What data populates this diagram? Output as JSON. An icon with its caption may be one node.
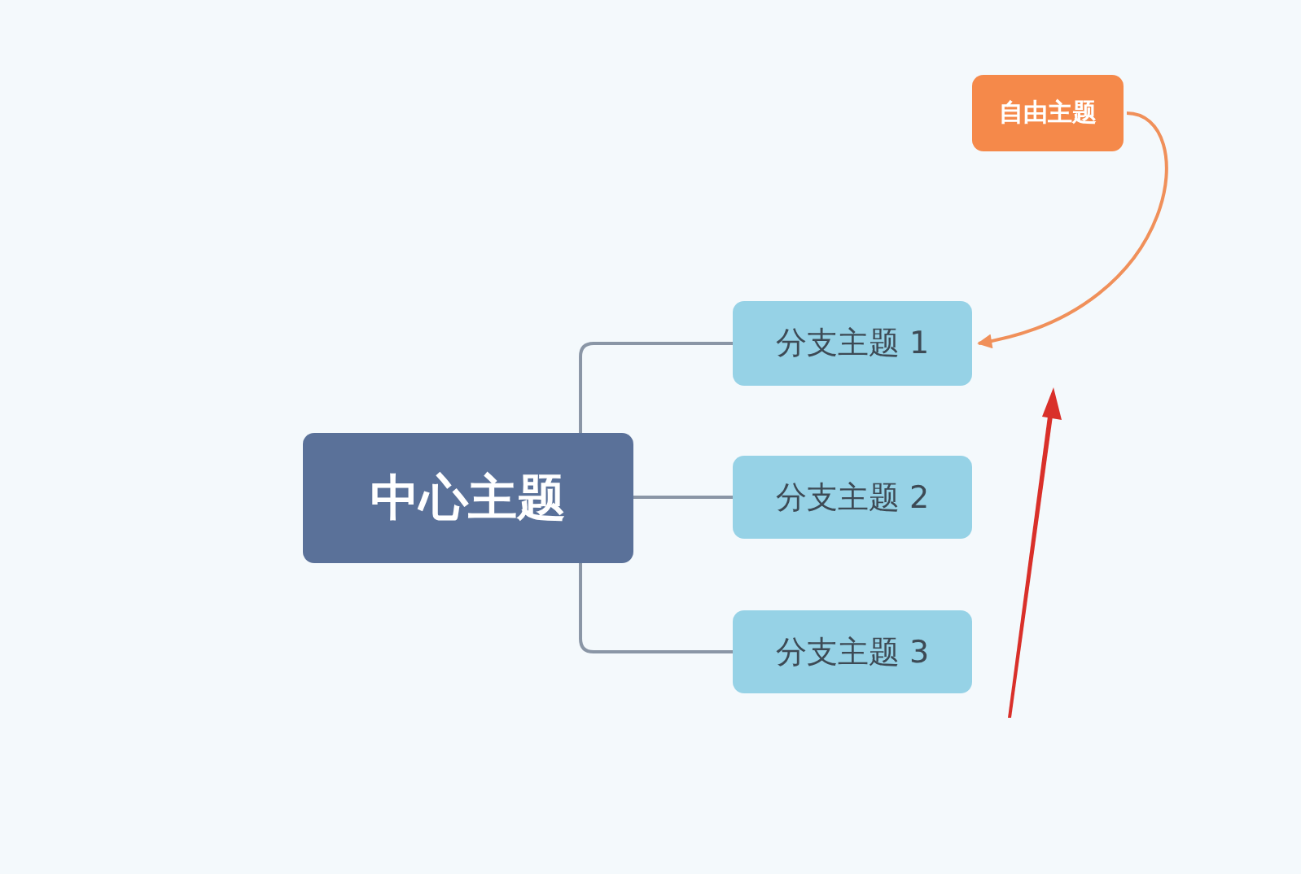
{
  "diagram": {
    "nodes": [
      {
        "text": [
          "中心主题"
        ]
      },
      {
        "text": [
          "分支主题 1"
        ]
      },
      {
        "text": [
          "分支主题 2"
        ]
      },
      {
        "text": [
          "分支主题 3"
        ]
      },
      {
        "text": [
          "自由主题"
        ]
      }
    ],
    "edges": [
      {
        "from": 0,
        "to": 1,
        "arrow": "none"
      },
      {
        "from": 0,
        "to": 2,
        "arrow": "none"
      },
      {
        "from": 0,
        "to": 3,
        "arrow": "none"
      },
      {
        "from": 4,
        "to": 1,
        "arrow": "to",
        "color": "#f0905a"
      }
    ]
  }
}
